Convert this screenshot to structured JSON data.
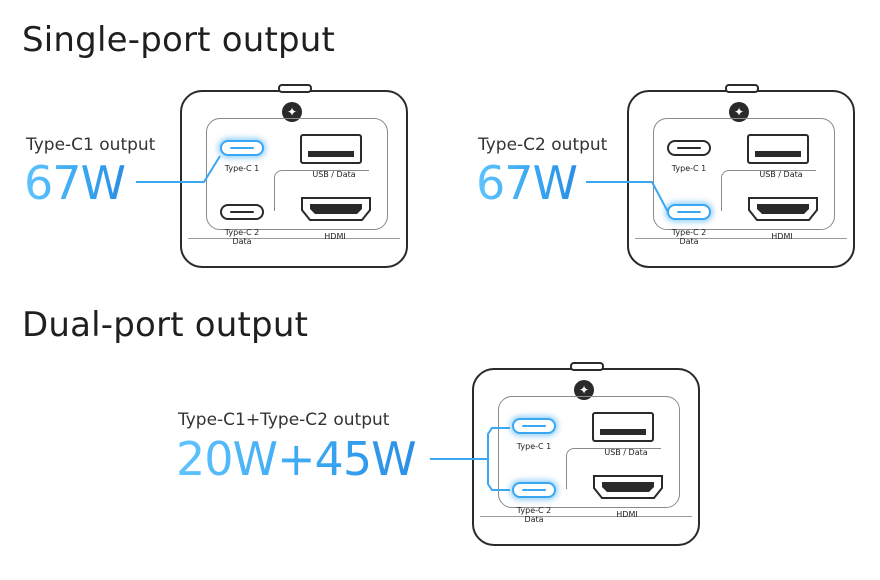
{
  "sections": {
    "single_title": "Single-port output",
    "dual_title": "Dual-port output"
  },
  "examples": [
    {
      "label": "Type-C1 output",
      "watt": "67W",
      "active": "c1"
    },
    {
      "label": "Type-C2 output",
      "watt": "67W",
      "active": "c2"
    },
    {
      "label": "Type-C1+Type-C2 output",
      "watt": "20W+45W",
      "active": "both"
    }
  ],
  "ports": {
    "c1": "Type-C 1",
    "c2_line1": "Type-C 2",
    "c2_line2": "Data",
    "usb": "USB / Data",
    "hdmi": "HDMI"
  },
  "colors": {
    "accent": "#3aa7f3",
    "outline": "#2a2a2a",
    "text": "#333333"
  },
  "icons": [
    "brand-logo-icon",
    "usb-c-port-icon",
    "usb-a-port-icon",
    "hdmi-port-icon"
  ]
}
